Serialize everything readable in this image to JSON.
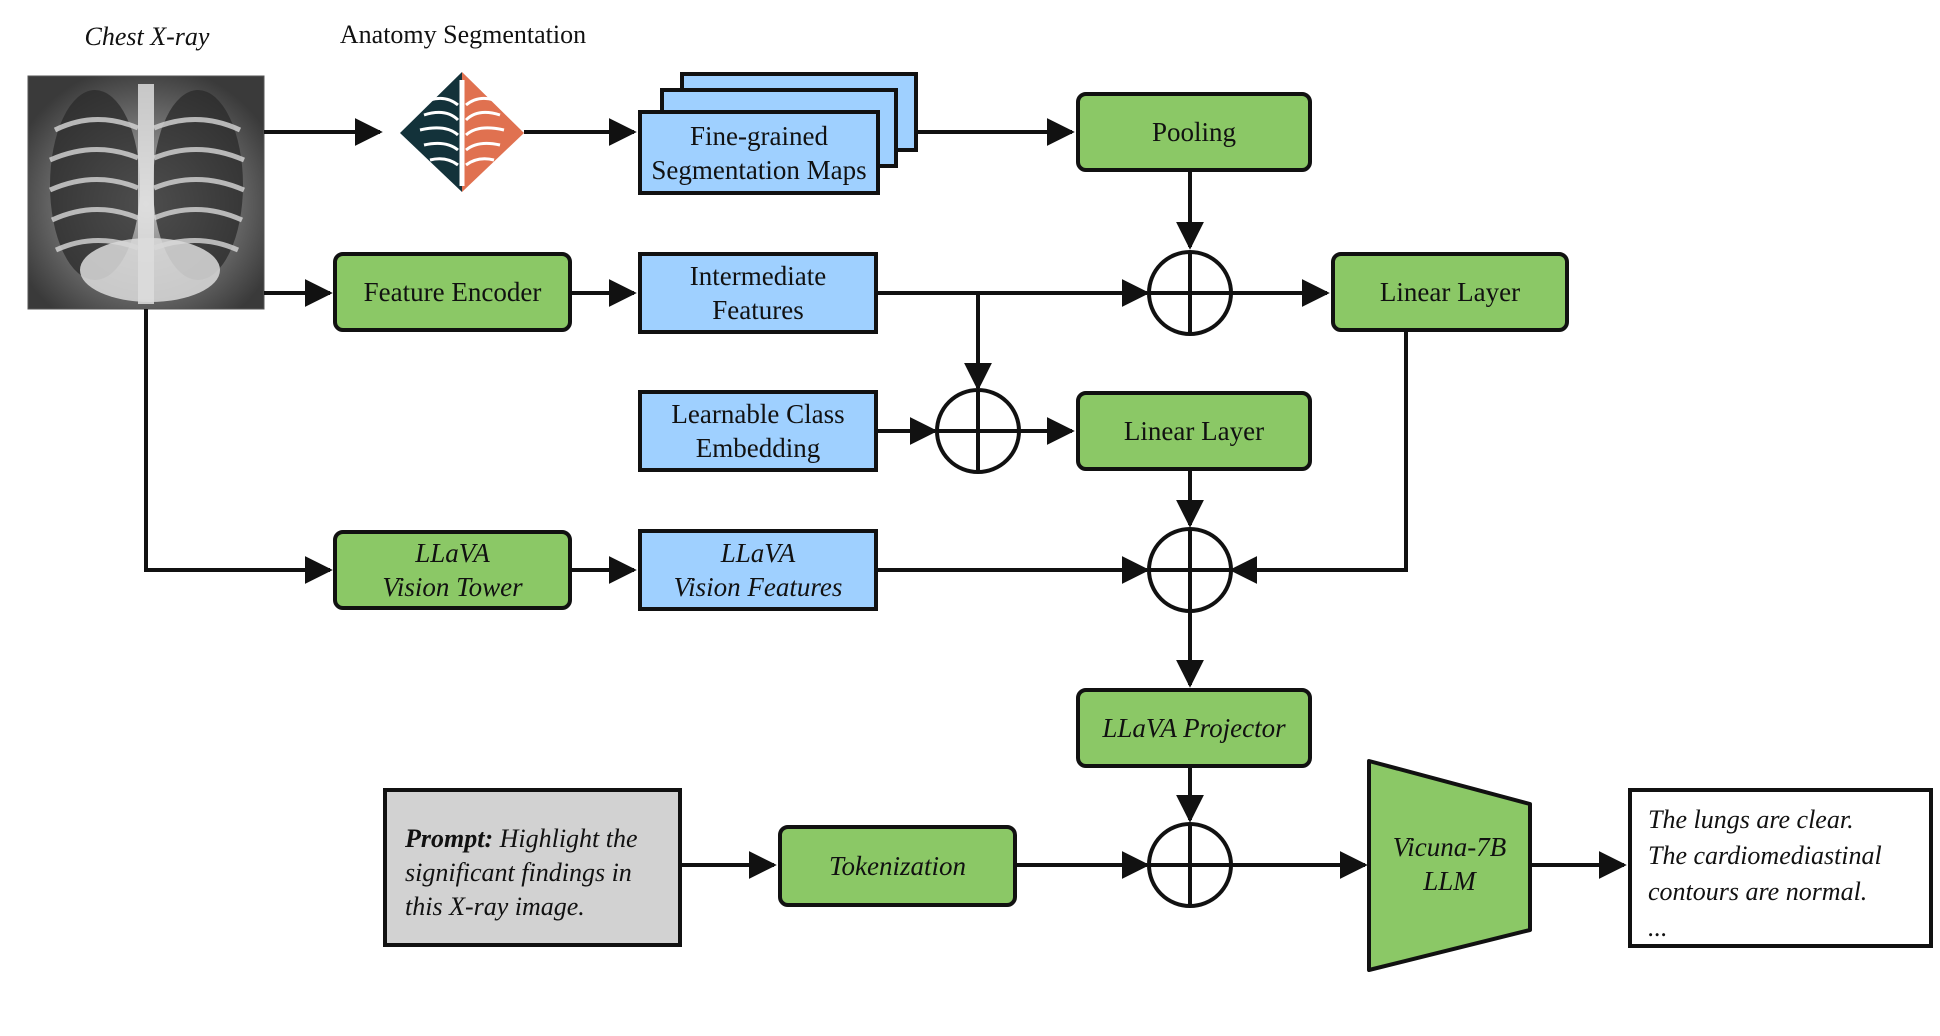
{
  "captions": {
    "chest_xray": "Chest X-ray",
    "anatomy_segmentation": "Anatomy Segmentation"
  },
  "nodes": {
    "segmentation_maps": [
      "Fine-grained",
      "Segmentation Maps"
    ],
    "pooling": "Pooling",
    "feature_encoder": "Feature Encoder",
    "intermediate_features": [
      "Intermediate",
      "Features"
    ],
    "linear_layer_top": "Linear Layer",
    "learnable_class_embedding": [
      "Learnable Class",
      "Embedding"
    ],
    "linear_layer_mid": "Linear Layer",
    "llava_vision_tower": [
      "LLaVA",
      "Vision Tower"
    ],
    "llava_vision_features": [
      "LLaVA",
      "Vision Features"
    ],
    "llava_projector": "LLaVA Projector",
    "tokenization": "Tokenization",
    "vicuna_llm": [
      "Vicuna-7B",
      "LLM"
    ]
  },
  "prompt": {
    "label": "Prompt:",
    "text": "Highlight the significant findings in this X-ray image."
  },
  "output_lines": [
    "The lungs are clear.",
    "The cardiomediastinal",
    "contours are normal.",
    "..."
  ],
  "colors": {
    "module_green": "#8bc866",
    "feature_blue": "#9fd0ff",
    "prompt_gray": "#d2d2d2",
    "line_black": "#111111",
    "segmentation_dark": "#13323a",
    "segmentation_orange": "#e07150"
  },
  "icons": [
    "chest-xray-image",
    "anatomy-segmentation-icon",
    "sum-operator-icon"
  ]
}
